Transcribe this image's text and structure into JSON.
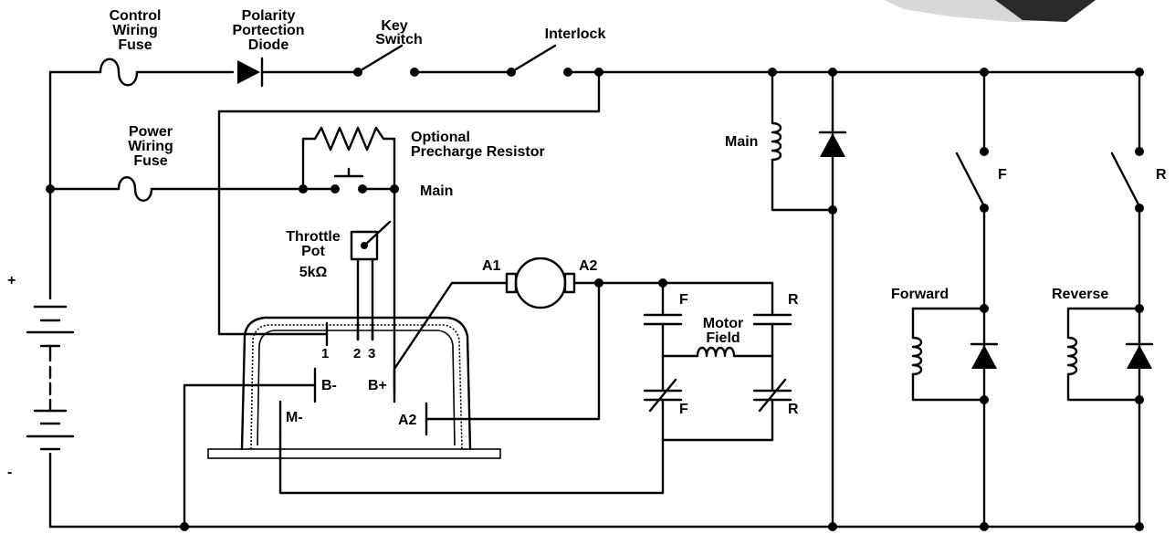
{
  "labels": {
    "control_fuse_1": "Control",
    "control_fuse_2": "Wiring",
    "control_fuse_3": "Fuse",
    "diode_1": "Polarity",
    "diode_2": "Portection",
    "diode_3": "Diode",
    "key_1": "Key",
    "key_2": "Switch",
    "interlock": "Interlock",
    "power_fuse_1": "Power",
    "power_fuse_2": "Wiring",
    "power_fuse_3": "Fuse",
    "precharge_1": "Optional",
    "precharge_2": "Precharge Resistor",
    "main_contact": "Main",
    "main_coil": "Main",
    "throttle_1": "Throttle",
    "throttle_2": "Pot",
    "throttle_3": "5kΩ",
    "pin1": "1",
    "pin2": "2",
    "pin3": "3",
    "b_minus": "B-",
    "b_plus": "B+",
    "m_minus": "M-",
    "a2_ctrl": "A2",
    "a1_motor": "A1",
    "a2_motor": "A2",
    "field_1": "Motor",
    "field_2": "Field",
    "f_top": "F",
    "r_top": "R",
    "f_bot": "F",
    "r_bot": "R",
    "f_switch": "F",
    "r_switch": "R",
    "forward": "Forward",
    "reverse": "Reverse",
    "plus": "+",
    "minus": "-"
  },
  "colors": {
    "ink": "#000000",
    "background": "#ffffff",
    "photo": "#2a2a2a"
  }
}
